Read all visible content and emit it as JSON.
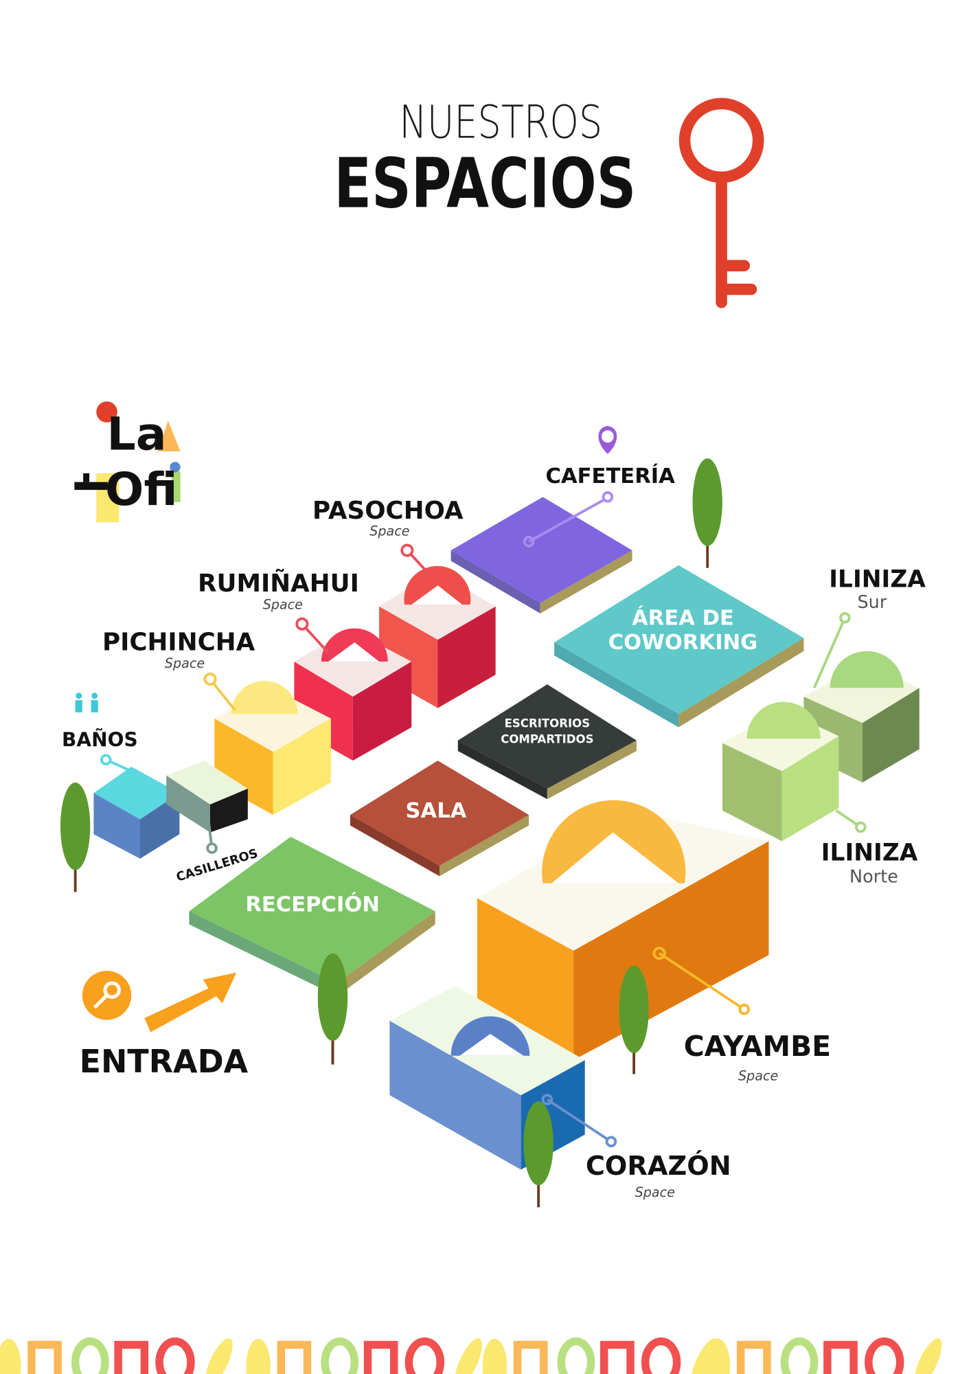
{
  "header": {
    "line1": "NUESTROS",
    "line2": "ESPACIOS"
  },
  "logo": {
    "line1": "La",
    "line2": "Ofi"
  },
  "spaces": {
    "cafeteria": "CAFETERÍA",
    "pasochoa": {
      "name": "PASOCHOA",
      "sub": "Space"
    },
    "ruminahui": {
      "name": "RUMIÑAHUI",
      "sub": "Space"
    },
    "pichincha": {
      "name": "PICHINCHA",
      "sub": "Space"
    },
    "banos": "BAÑOS",
    "casilleros": "CASILLEROS",
    "coworking": {
      "line1": "ÁREA DE",
      "line2": "COWORKING"
    },
    "escritorios": {
      "line1": "ESCRITORIOS",
      "line2": "COMPARTIDOS"
    },
    "sala": "SALA",
    "recepcion": "RECEPCIÓN",
    "iliniza_sur": {
      "name": "ILINIZA",
      "sub": "Sur"
    },
    "iliniza_norte": {
      "name": "ILINIZA",
      "sub": "Norte"
    },
    "cayambe": {
      "name": "CAYAMBE",
      "sub": "Space"
    },
    "corazon": {
      "name": "CORAZÓN",
      "sub": "Space"
    },
    "entrada": "ENTRADA"
  },
  "colors": {
    "key_red": "#e0402a",
    "orange": "#f9a01e",
    "purple": "#7f66e0",
    "teal": "#5fc8c8",
    "green": "#7cc466"
  }
}
